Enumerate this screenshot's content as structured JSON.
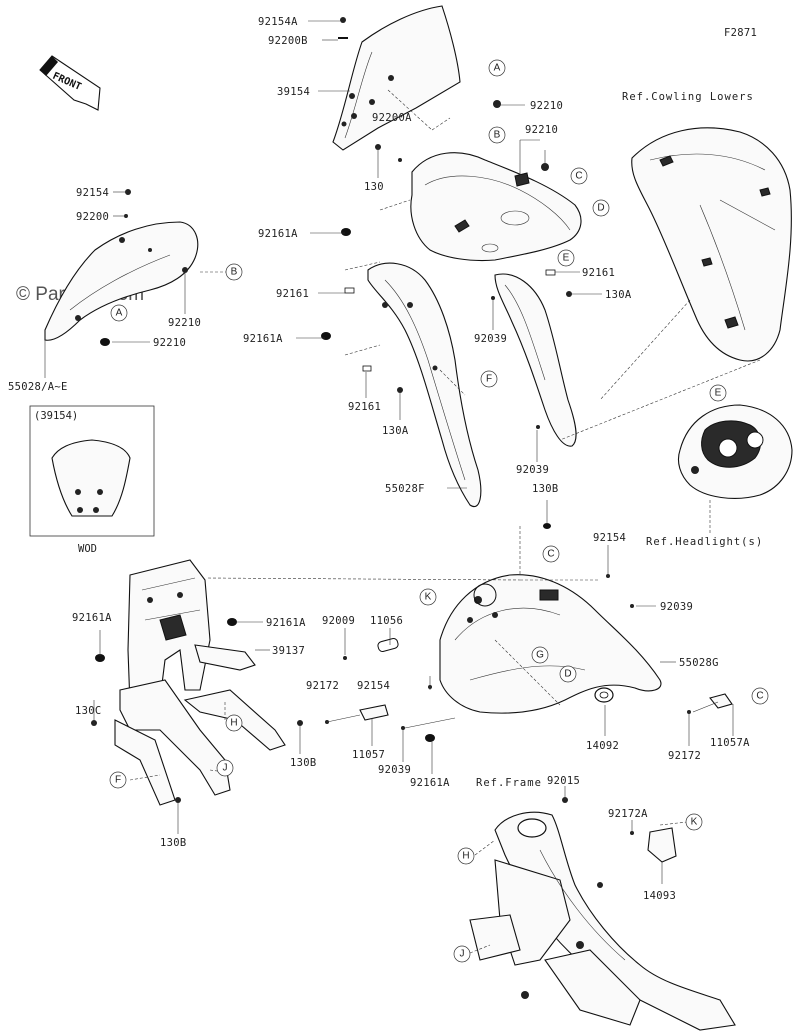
{
  "figure_code": "F2871",
  "watermark": "© Partzilla.com",
  "front_label": "FRONT",
  "inset": {
    "title": "(39154)",
    "caption": "WOD"
  },
  "refs": {
    "cowling_lowers": "Ref.Cowling Lowers",
    "headlights": "Ref.Headlight(s)",
    "frame": "Ref.Frame"
  },
  "parts": {
    "p_92154A": "92154A",
    "p_92200B": "92200B",
    "p_39154": "39154",
    "p_92200A": "92200A",
    "p_130": "130",
    "p_92210_a": "92210",
    "p_92210_b": "92210",
    "p_92154_a": "92154",
    "p_92200": "92200",
    "p_92161A_a": "92161A",
    "p_92161_a": "92161",
    "p_92161_b": "92161",
    "p_130A_a": "130A",
    "p_92161A_b": "92161A",
    "p_92039_a": "92039",
    "p_92161_c": "92161",
    "p_130A_b": "130A",
    "p_92039_b": "92039",
    "p_92210_c": "92210",
    "p_92210_d": "92210",
    "p_55028AE": "55028/A~E",
    "p_55028F": "55028F",
    "p_130B_a": "130B",
    "p_92154_b": "92154",
    "p_92161A_c": "92161A",
    "p_92161A_d": "92161A",
    "p_39137": "39137",
    "p_92009": "92009",
    "p_11056": "11056",
    "p_92039_c": "92039",
    "p_55028G": "55028G",
    "p_130C": "130C",
    "p_92172_a": "92172",
    "p_92154_c": "92154",
    "p_14092": "14092",
    "p_11057": "11057",
    "p_92039_d": "92039",
    "p_92161A_e": "92161A",
    "p_92172_b": "92172",
    "p_11057A": "11057A",
    "p_130B_b": "130B",
    "p_130B_c": "130B",
    "p_92015": "92015",
    "p_92172A": "92172A",
    "p_14093": "14093"
  },
  "callouts": {
    "c_A1": "A",
    "c_B1": "B",
    "c_C1": "C",
    "c_D1": "D",
    "c_E1": "E",
    "c_B2": "B",
    "c_A2": "A",
    "c_F1": "F",
    "c_E2": "E",
    "c_C2": "C",
    "c_K1": "K",
    "c_G1": "G",
    "c_D2": "D",
    "c_H1": "H",
    "c_F2": "F",
    "c_J1": "J",
    "c_C3": "C",
    "c_H2": "H",
    "c_J2": "J",
    "c_K2": "K"
  }
}
